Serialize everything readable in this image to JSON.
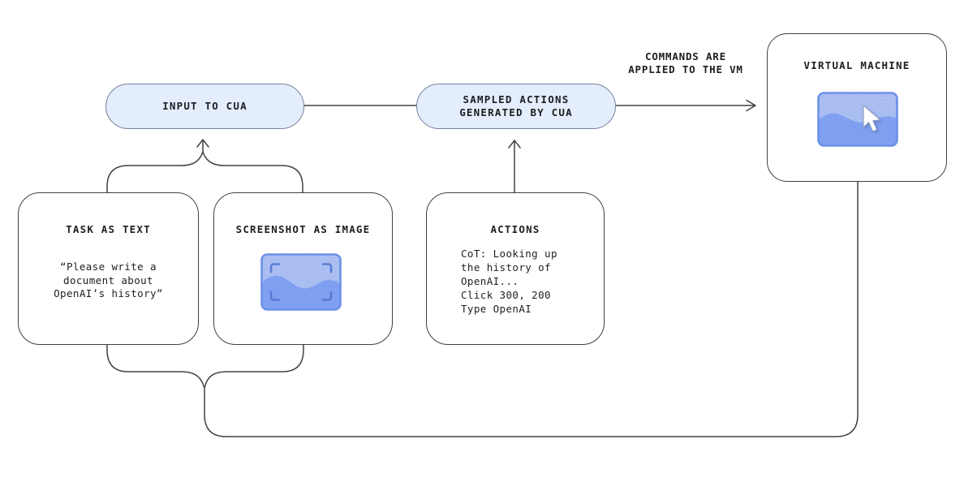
{
  "diagram": {
    "pills": {
      "input": {
        "label": "INPUT TO CUA"
      },
      "sampled": {
        "label": "SAMPLED ACTIONS\nGENERATED BY CUA"
      }
    },
    "boxes": {
      "task": {
        "label": "TASK AS TEXT",
        "body": "“Please write a\ndocument about\nOpenAI’s history”"
      },
      "screenshot": {
        "label": "SCREENSHOT AS IMAGE"
      },
      "actions": {
        "label": "ACTIONS",
        "body": "CoT: Looking up\nthe history of\nOpenAI...\nClick 300, 200\nType OpenAI"
      },
      "vm": {
        "label": "VIRTUAL MACHINE"
      }
    },
    "annotations": {
      "commands": "COMMANDS ARE\nAPPLIED TO THE VM"
    },
    "icons": {
      "screenshot_thumbnail": "image-wave-with-capture-brackets",
      "vm_thumbnail": "image-wave-with-cursor",
      "cursor": "mouse-pointer-arrow"
    },
    "colors": {
      "background": "#ffffff",
      "pill_fill": "#e4edfb",
      "pill_border": "#747f9c",
      "box_border": "#3d4245",
      "line": "#3d4245",
      "text": "#1c1f23",
      "thumb_fill": "#aec1f2",
      "thumb_dots": "#93acee",
      "thumb_wave": "#7fa0f1",
      "thumb_border": "#6d90e8",
      "bracket_blue": "#4f73d2",
      "cursor_fill": "#ffffff"
    }
  }
}
